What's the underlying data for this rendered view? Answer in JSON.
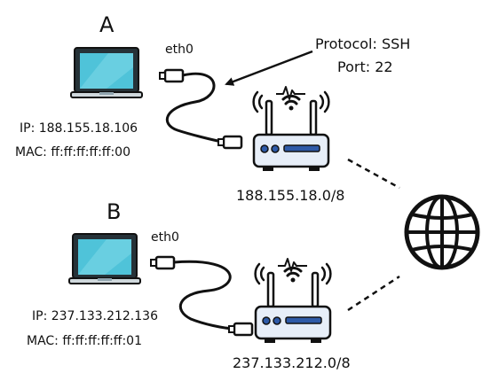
{
  "hosts": [
    {
      "name": "A",
      "interface": "eth0",
      "ip": "IP: 188.155.18.106",
      "mac": "MAC: ff:ff:ff:ff:ff:00",
      "network": "188.155.18.0/8"
    },
    {
      "name": "B",
      "interface": "eth0",
      "ip": "IP: 237.133.212.136",
      "mac": "MAC: ff:ff:ff:ff:ff:01",
      "network": "237.133.212.0/8"
    }
  ],
  "annotation": {
    "protocol": "Protocol: SSH",
    "port": "Port: 22"
  },
  "icons": {
    "laptop": "laptop-icon",
    "router": "wifi-router-icon",
    "internet": "globe-icon",
    "cable": "ethernet-cable-icon"
  },
  "colors": {
    "screen": "#4fc3d9",
    "outline": "#111111",
    "router_body": "#e7eef8",
    "router_accent": "#2e5aa8"
  }
}
